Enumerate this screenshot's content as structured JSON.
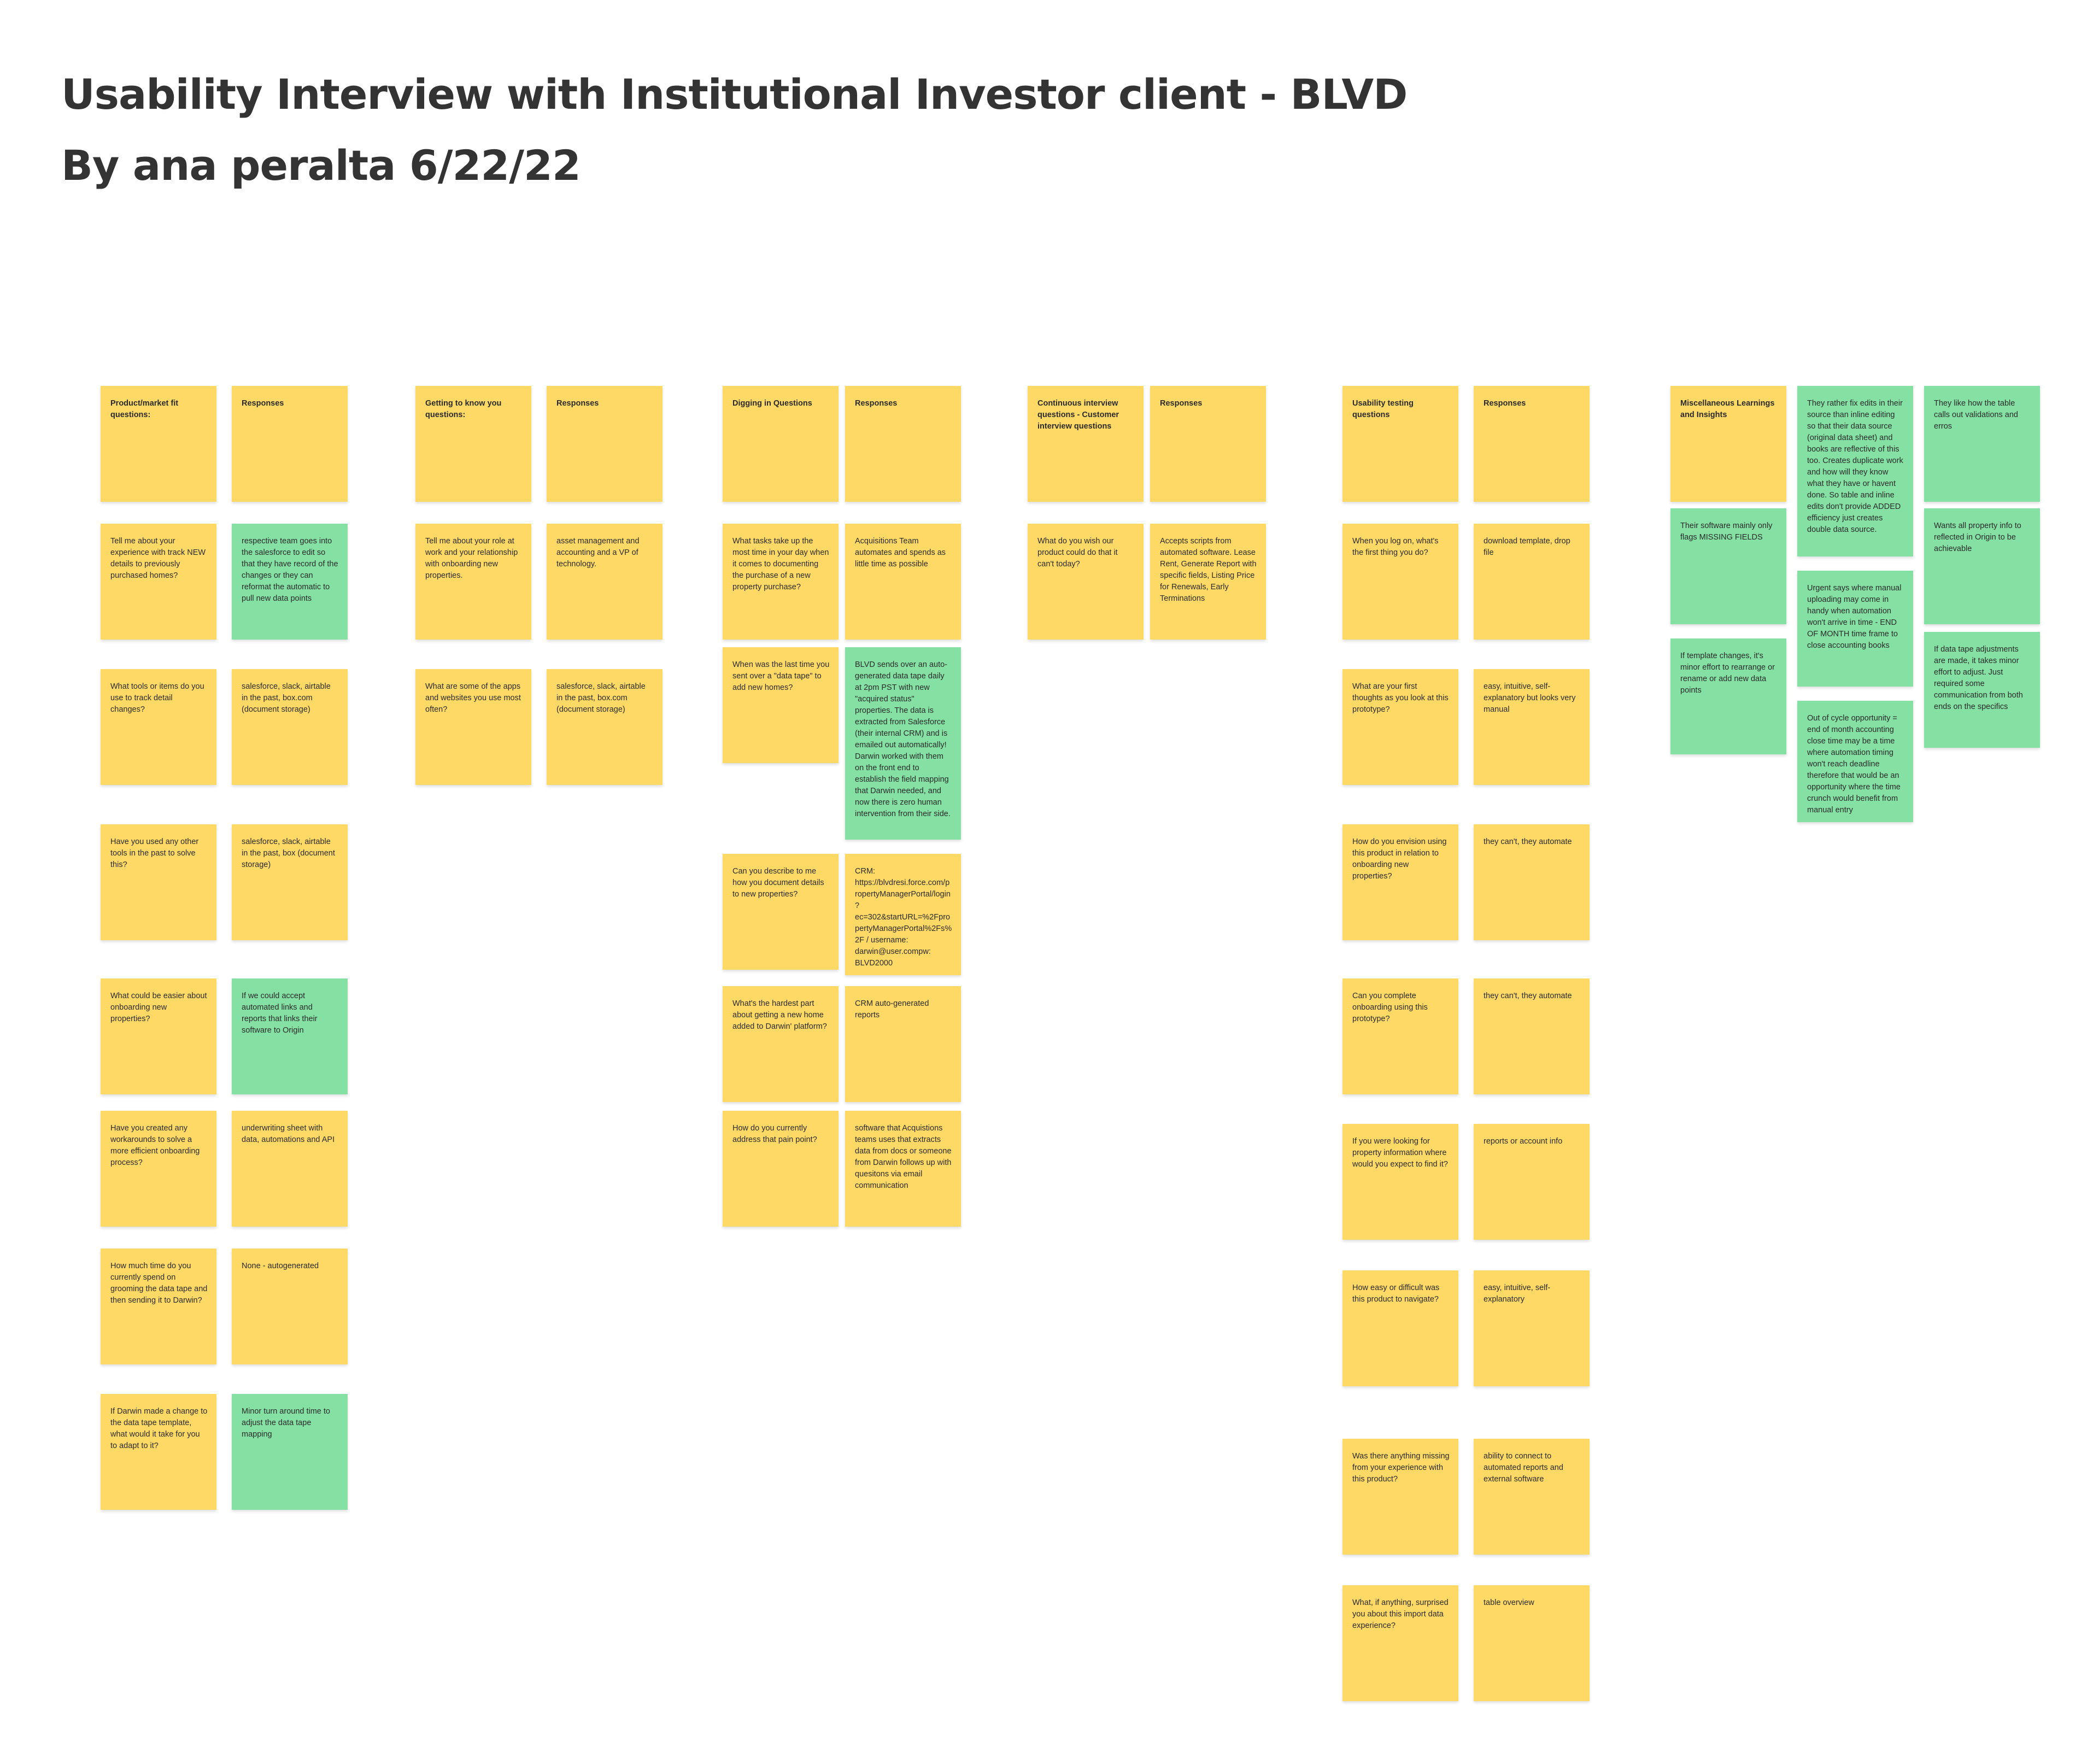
{
  "title": {
    "line1": "Usability Interview with Institutional Investor client - BLVD",
    "line2": "By ana peralta 6/22/22"
  },
  "colors": {
    "yellow": "#ffd966",
    "green": "#85e0a3",
    "title_text": "#333333"
  },
  "stickies": {
    "pmf_header": "Product/market fit questions:",
    "pmf_resp_header": "Responses",
    "pmf_q1": "Tell me about your experience with track NEW details to previously purchased homes?",
    "pmf_a1": "respective team goes into the salesforce to edit so that they have record of the changes or they can reformat the automatic to pull new data points",
    "pmf_q2": "What tools or items do you use to track detail changes?",
    "pmf_a2": "salesforce, slack, airtable in the past, box.com (document storage)",
    "pmf_q3": "Have you used any other tools in the past to solve this?",
    "pmf_a3": "salesforce, slack, airtable in the past, box (document storage)",
    "pmf_q4": "What could be easier about onboarding new properties?",
    "pmf_a4": "If we could accept automated links and reports that links their software to Origin",
    "pmf_q5": "Have you created any workarounds to solve a more efficient onboarding process?",
    "pmf_a5": "underwriting sheet with data, automations and API",
    "pmf_q6": "How much time do you currently spend on grooming the data tape and then sending it to Darwin?",
    "pmf_a6": "None - autogenerated",
    "pmf_q7": "If Darwin made a change to the data tape template, what would it take for you to adapt to it?",
    "pmf_a7": "Minor turn around time to adjust the data tape mapping",
    "gtk_header": "Getting to know you questions:",
    "gtk_resp_header": "Responses",
    "gtk_q1": "Tell me about your role at work and your relationship with onboarding new properties.",
    "gtk_a1": "asset management and accounting and a VP of technology.",
    "gtk_q2": "What are some of the apps and websites you use most often?",
    "gtk_a2": "salesforce, slack, airtable in the past, box.com (document storage)",
    "dig_header": "Digging in Questions",
    "dig_resp_header": "Responses",
    "dig_q1": "What tasks take up the most time in your day when it comes to documenting the purchase of a new property purchase?",
    "dig_a1": "Acquisitions Team automates and spends as little time as possible",
    "dig_q2": "When was the last time you sent over a \"data tape\" to add new homes?",
    "dig_a2": "BLVD sends over an auto-generated data tape daily at 2pm PST with new \"acquired status\" properties. The data is extracted from Salesforce (their internal CRM) and is emailed out automatically! Darwin worked with them on the front end to establish the field mapping that Darwin needed, and now there is zero human intervention from their side.",
    "dig_q3": "Can you describe to me how you document details to new properties?",
    "dig_a3": "CRM: https://blvdresi.force.com/propertyManagerPortal/login?ec=302&startURL=%2FpropertyManagerPortal%2Fs%2F  / username: darwin@user.compw: BLVD2000",
    "dig_q4": "What's the hardest part about getting a new home added to Darwin' platform?",
    "dig_a4": "CRM auto-generated reports",
    "dig_q5": "How do you currently address that pain point?",
    "dig_a5": "software that Acquistions teams uses that extracts data from docs or someone from Darwin follows up with quesitons via email communication",
    "cont_header": "Continuous interview questions - Customer interview questions",
    "cont_resp_header": "Responses",
    "cont_q1": "What do you wish our product could do that it can't today?",
    "cont_a1": "Accepts scripts from automated software. Lease Rent, Generate Report with specific fields, Listing Price for Renewals, Early Terminations",
    "use_header": "Usability testing questions",
    "use_resp_header": "Responses",
    "use_q1": "When you log on, what's the first thing you do?",
    "use_a1": "download template, drop file",
    "use_q2": "What are your first thoughts as you look at this prototype?",
    "use_a2": "easy, intuitive, self-explanatory but looks very manual",
    "use_q3": "How do you envision using this product in relation to onboarding new properties?",
    "use_a3": "they can't, they automate",
    "use_q4": "Can you complete onboarding using this prototype?",
    "use_a4": "they can't, they automate",
    "use_q5": "If you were looking for property information where would you expect to find it?",
    "use_a5": "reports or account info",
    "use_q6": "How easy or difficult was this product to navigate?",
    "use_a6": "easy, intuitive, self-explanatory",
    "use_q7": "Was there anything missing from your experience with this product?",
    "use_a7": "ability to connect to automated reports and external software",
    "use_q8": "What, if anything, surprised you about this import data experience?",
    "use_a8": "table overview",
    "misc_header": "Miscellaneous Learnings and Insights",
    "misc_1": "Their software mainly only flags MISSING FIELDS",
    "misc_2": "If template changes, it's minor effort to rearrange or rename or add new data points",
    "misc_3": "They rather fix edits in their source than inline editing so that their data source (original data sheet) and books are reflective of this too. Creates duplicate work and how will they know what they have or havent done. So table and inline edits don't provide ADDED efficiency just creates double data source.",
    "misc_4": "Urgent says where manual uploading may come in handy when automation won't arrive in time - END OF MONTH time frame to close accounting books",
    "misc_5": "Out of cycle opportunity = end of month accounting close time may be a time where automation timing won't reach deadline therefore that would be an opportunity where the time crunch would benefit from manual entry",
    "misc_6": "They like how the table calls out validations and erros",
    "misc_7": "Wants all property info to reflected in Origin to be achievable",
    "misc_8": "If data tape adjustments are made, it takes minor effort to adjust. Just required some communication from both ends on the specifics"
  }
}
